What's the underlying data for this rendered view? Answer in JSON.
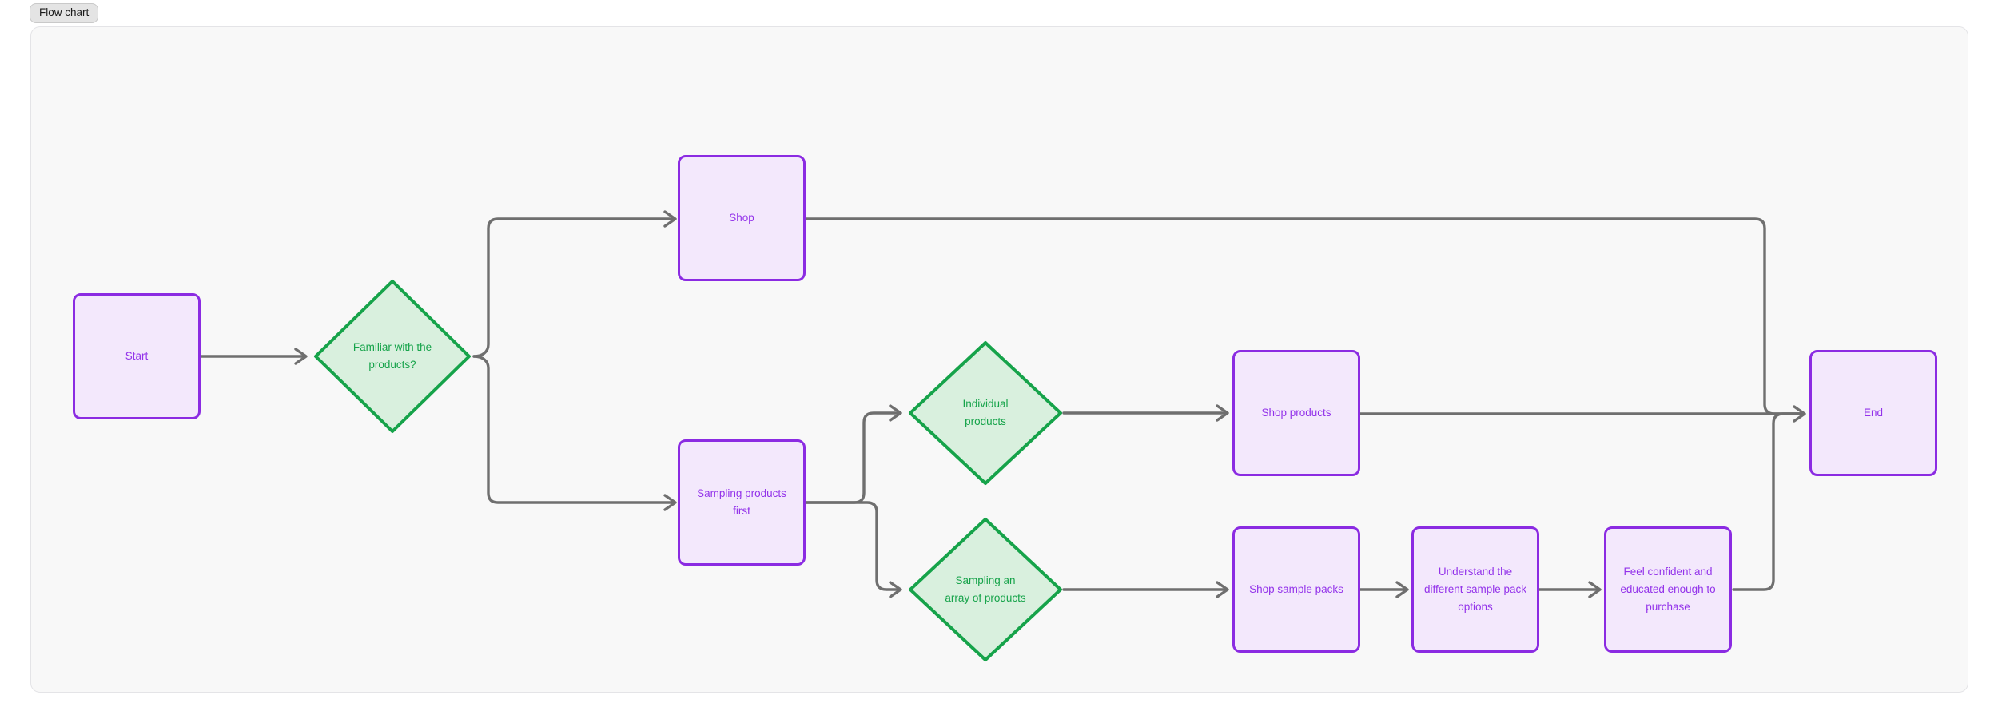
{
  "badge": {
    "label": "Flow chart"
  },
  "nodes": {
    "start": {
      "label": "Start",
      "shape": "rect"
    },
    "familiar": {
      "label": "Familiar with the products?",
      "shape": "diamond"
    },
    "shop": {
      "label": "Shop",
      "shape": "rect"
    },
    "sampling_first": {
      "label": "Sampling products first",
      "shape": "rect"
    },
    "individual": {
      "label": "Individual products",
      "shape": "diamond"
    },
    "sampling_array": {
      "label": "Sampling an array of products",
      "shape": "diamond"
    },
    "shop_products": {
      "label": "Shop products",
      "shape": "rect"
    },
    "shop_sample_packs": {
      "label": "Shop sample packs",
      "shape": "rect"
    },
    "understand": {
      "label": "Understand the different sample pack options",
      "shape": "rect"
    },
    "feel_confident": {
      "label": "Feel confident and educated enough to purchase",
      "shape": "rect"
    },
    "end": {
      "label": "End",
      "shape": "rect"
    }
  },
  "edges": [
    {
      "from": "start",
      "to": "familiar"
    },
    {
      "from": "familiar",
      "to": "shop"
    },
    {
      "from": "familiar",
      "to": "sampling_first"
    },
    {
      "from": "sampling_first",
      "to": "individual"
    },
    {
      "from": "sampling_first",
      "to": "sampling_array"
    },
    {
      "from": "individual",
      "to": "shop_products"
    },
    {
      "from": "sampling_array",
      "to": "shop_sample_packs"
    },
    {
      "from": "shop_sample_packs",
      "to": "understand"
    },
    {
      "from": "understand",
      "to": "feel_confident"
    },
    {
      "from": "shop",
      "to": "end"
    },
    {
      "from": "shop_products",
      "to": "end"
    },
    {
      "from": "feel_confident",
      "to": "end"
    }
  ],
  "colors": {
    "purple-border": "#8b2be2",
    "purple-fill": "#f3e8fc",
    "purple-text": "#9333ea",
    "green-border": "#16a34a",
    "green-fill": "#d9f0de",
    "green-text": "#16a34a",
    "edge": "#6f6f6f",
    "canvas-bg": "#f8f8f8",
    "canvas-border": "#e4e4e7",
    "badge-bg": "#e4e4e4",
    "badge-border": "#c9c9c9",
    "badge-text": "#1a1a1a"
  }
}
